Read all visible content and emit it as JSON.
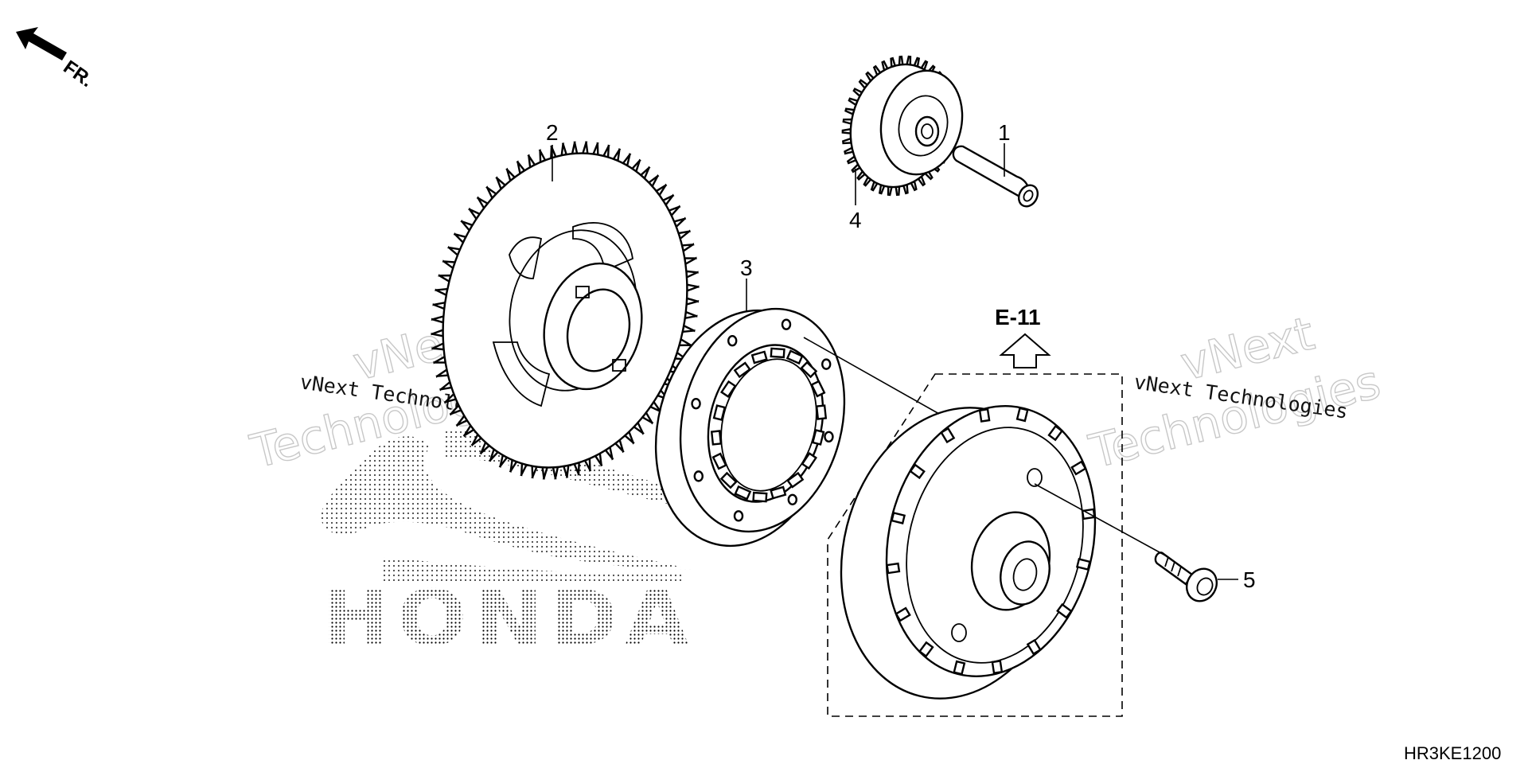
{
  "direction_indicator": {
    "label": "FR."
  },
  "reference": {
    "label": "E-11"
  },
  "diagram_code": "HR3KE1200",
  "callouts": [
    "1",
    "2",
    "3",
    "4",
    "5"
  ],
  "watermarks": {
    "big": [
      "vNext",
      "Technologies"
    ],
    "small": "vNext Technologies"
  },
  "logo": {
    "text": "HONDA",
    "icon": "honda-wing-logo"
  },
  "colors": {
    "line": "#000000",
    "watermark": "#c8c8c8",
    "logo_dots": "#000000"
  }
}
